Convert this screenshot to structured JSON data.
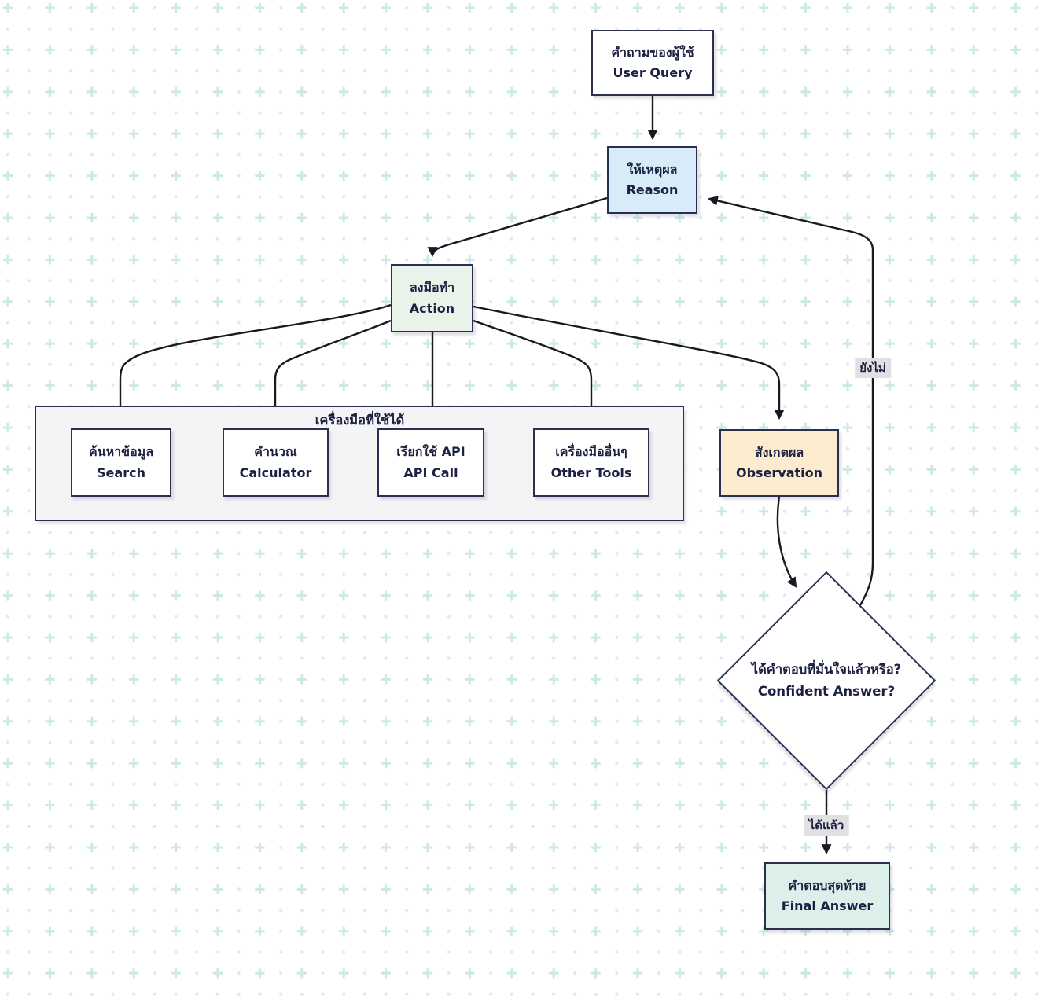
{
  "diagram": {
    "title_hint": "ReAct agent loop flowchart (Thai/English)",
    "background": {
      "dot_color": "#d9ecf1",
      "plus_color": "#cde9e3",
      "base_color": "#ffffff"
    },
    "colors": {
      "node_border": "#2b3052",
      "edge_stroke": "#191923",
      "text": "#1c2142",
      "edge_label_bg": "#e0e0e3",
      "subgraph_fill": "#f4f4f7"
    },
    "nodes": {
      "user_query": {
        "thai": "คำถามของผู้ใช้",
        "en": "User Query",
        "fill": "#ffffff"
      },
      "reason": {
        "thai": "ให้เหตุผล",
        "en": "Reason",
        "fill": "#d7ecf8"
      },
      "action": {
        "thai": "ลงมือทำ",
        "en": "Action",
        "fill": "#e9f3e9"
      },
      "search": {
        "thai": "ค้นหาข้อมูล",
        "en": "Search",
        "fill": "#ffffff"
      },
      "calculator": {
        "thai": "คำนวณ",
        "en": "Calculator",
        "fill": "#ffffff"
      },
      "api_call": {
        "thai": "เรียกใช้ API",
        "en": "API Call",
        "fill": "#ffffff"
      },
      "other_tools": {
        "thai": "เครื่องมืออื่นๆ",
        "en": "Other Tools",
        "fill": "#ffffff"
      },
      "observation": {
        "thai": "สังเกตผล",
        "en": "Observation",
        "fill": "#fdebd0"
      },
      "decision": {
        "thai": "ได้คำตอบที่มั่นใจแล้วหรือ?",
        "en": "Confident Answer?",
        "fill": "#ffffff"
      },
      "final_answer": {
        "thai": "คำตอบสุดท้าย",
        "en": "Final Answer",
        "fill": "#dcefeb"
      }
    },
    "subgraph": {
      "title": "เครื่องมือที่ใช้ได้",
      "fill": "#f4f4f7"
    },
    "edge_labels": {
      "not_yet": "ยังไม่",
      "got_it": "ได้แล้ว"
    }
  }
}
